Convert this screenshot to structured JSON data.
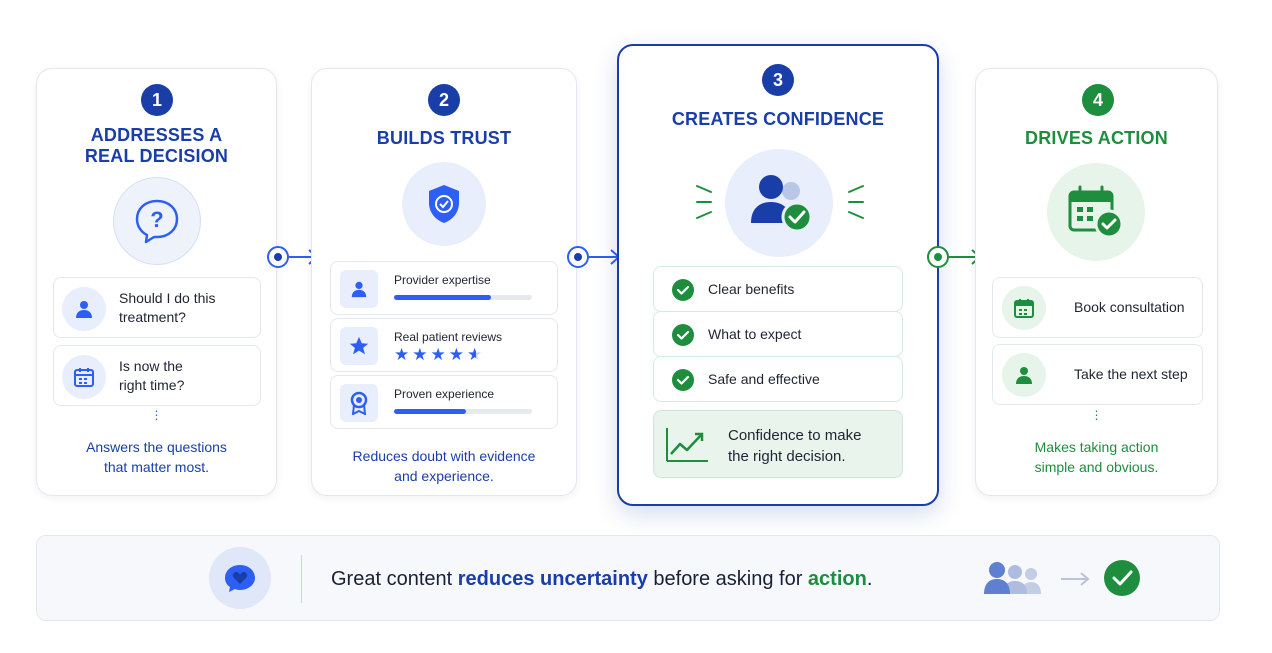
{
  "steps": [
    {
      "number": "1",
      "title_lines": [
        "ADDRESSES A",
        "REAL DECISION"
      ],
      "icon": "question-bubble-icon",
      "items": [
        {
          "icon": "person-icon",
          "lines": [
            "Should I do this",
            "treatment?"
          ]
        },
        {
          "icon": "calendar-icon",
          "lines": [
            "Is now the",
            "right time?"
          ]
        }
      ],
      "caption_lines": [
        "Answers the questions",
        "that matter most."
      ]
    },
    {
      "number": "2",
      "title": "BUILDS TRUST",
      "icon": "shield-check-icon",
      "items": [
        {
          "icon": "person-icon",
          "label": "Provider expertise",
          "level": 0.7
        },
        {
          "icon": "star-icon",
          "label": "Real patient reviews",
          "rating": 4.5
        },
        {
          "icon": "award-ribbon-icon",
          "label": "Proven experience",
          "level": 0.52
        }
      ],
      "caption_lines": [
        "Reduces doubt with evidence",
        "and experience."
      ]
    },
    {
      "number": "3",
      "title": "CREATES CONFIDENCE",
      "icon": "users-check-icon",
      "items": [
        {
          "icon": "check-circle-icon",
          "label": "Clear benefits"
        },
        {
          "icon": "check-circle-icon",
          "label": "What to expect"
        },
        {
          "icon": "check-circle-icon",
          "label": "Safe and effective"
        }
      ],
      "highlight": {
        "icon": "trend-up-icon",
        "lines": [
          "Confidence to make",
          "the right decision."
        ]
      }
    },
    {
      "number": "4",
      "title": "DRIVES ACTION",
      "icon": "calendar-check-icon",
      "items": [
        {
          "icon": "calendar-icon",
          "label": "Book consultation"
        },
        {
          "icon": "person-icon",
          "label": "Take the next step"
        }
      ],
      "caption_lines": [
        "Makes taking action",
        "simple and obvious."
      ]
    }
  ],
  "banner": {
    "icon": "heart-chat-icon",
    "text_before": "Great content ",
    "highlight_blue": "reduces uncertainty",
    "text_middle": " before asking for ",
    "highlight_green": "action",
    "text_after": "."
  },
  "colors": {
    "primary_blue": "#1a3ea8",
    "accent_blue": "#2d5ff5",
    "primary_green": "#1e8e3e",
    "light_blue": "#e8eefb",
    "light_green": "#e6f4ea"
  }
}
